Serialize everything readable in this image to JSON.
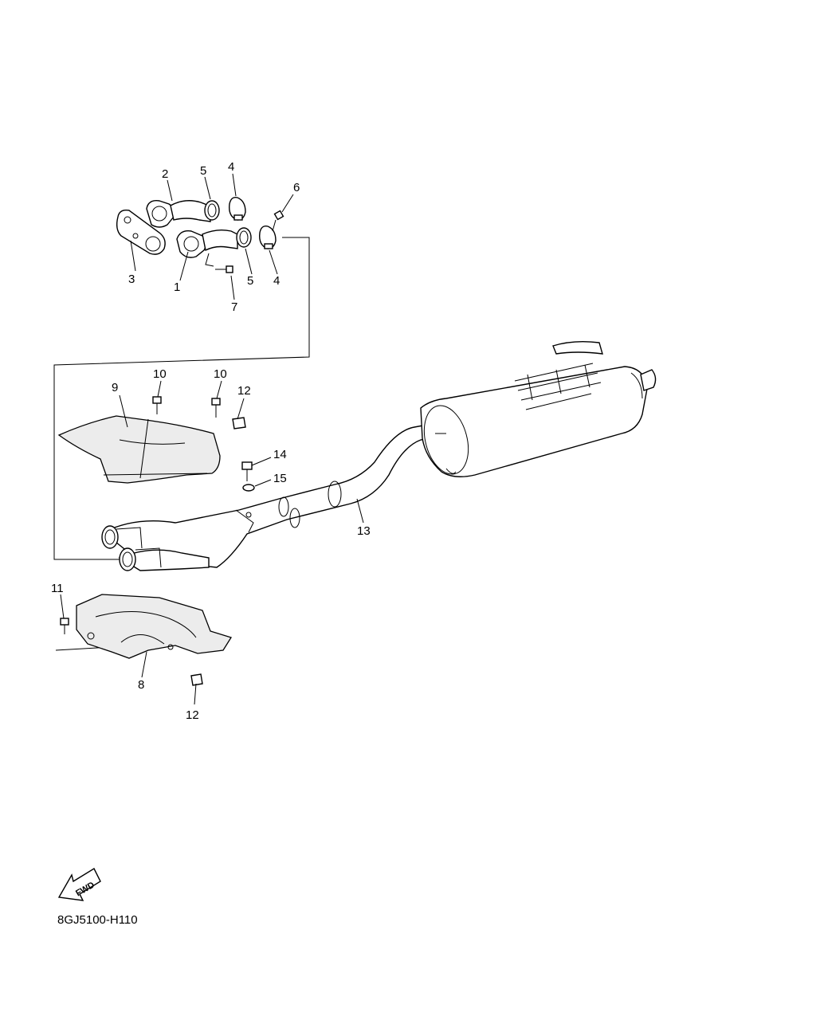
{
  "diagram": {
    "callouts": [
      {
        "id": "1",
        "text": "1"
      },
      {
        "id": "2",
        "text": "2"
      },
      {
        "id": "3",
        "text": "3"
      },
      {
        "id": "4a",
        "text": "4"
      },
      {
        "id": "4b",
        "text": "4"
      },
      {
        "id": "5a",
        "text": "5"
      },
      {
        "id": "5b",
        "text": "5"
      },
      {
        "id": "6",
        "text": "6"
      },
      {
        "id": "7",
        "text": "7"
      },
      {
        "id": "8",
        "text": "8"
      },
      {
        "id": "9",
        "text": "9"
      },
      {
        "id": "10a",
        "text": "10"
      },
      {
        "id": "10b",
        "text": "10"
      },
      {
        "id": "11",
        "text": "11"
      },
      {
        "id": "12a",
        "text": "12"
      },
      {
        "id": "12b",
        "text": "12"
      },
      {
        "id": "13",
        "text": "13"
      },
      {
        "id": "14",
        "text": "14"
      },
      {
        "id": "15",
        "text": "15"
      }
    ],
    "fwd_label": "FWD",
    "drawing_code": "8GJ5100-H110"
  }
}
